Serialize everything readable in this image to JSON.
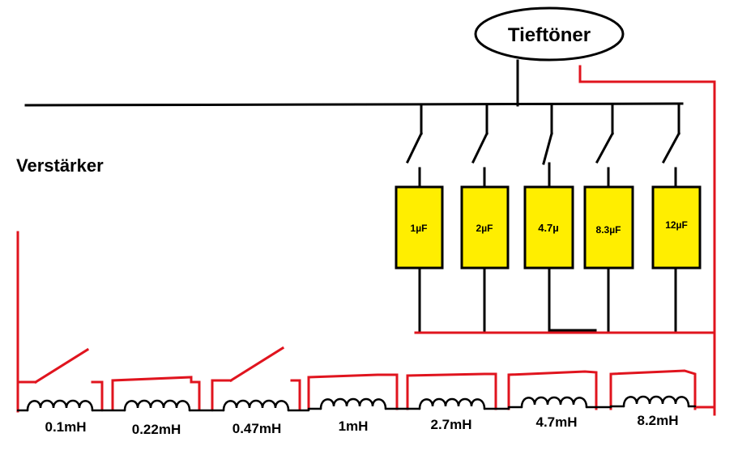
{
  "speaker": {
    "label": "Tieftöner"
  },
  "amplifier": {
    "label": "Verstärker"
  },
  "capacitors": [
    {
      "label": "1µF"
    },
    {
      "label": "2µF"
    },
    {
      "label": "4.7µ"
    },
    {
      "label": "8.3µF"
    },
    {
      "label": "12µF"
    }
  ],
  "inductors": [
    {
      "label": "0.1mH"
    },
    {
      "label": "0.22mH"
    },
    {
      "label": "0.47mH"
    },
    {
      "label": "1mH"
    },
    {
      "label": "2.7mH"
    },
    {
      "label": "4.7mH"
    },
    {
      "label": "8.2mH"
    }
  ],
  "colors": {
    "wire_black": "#000000",
    "wire_red": "#e0141e",
    "capacitor_fill": "#ffee00",
    "capacitor_stroke": "#000000"
  }
}
